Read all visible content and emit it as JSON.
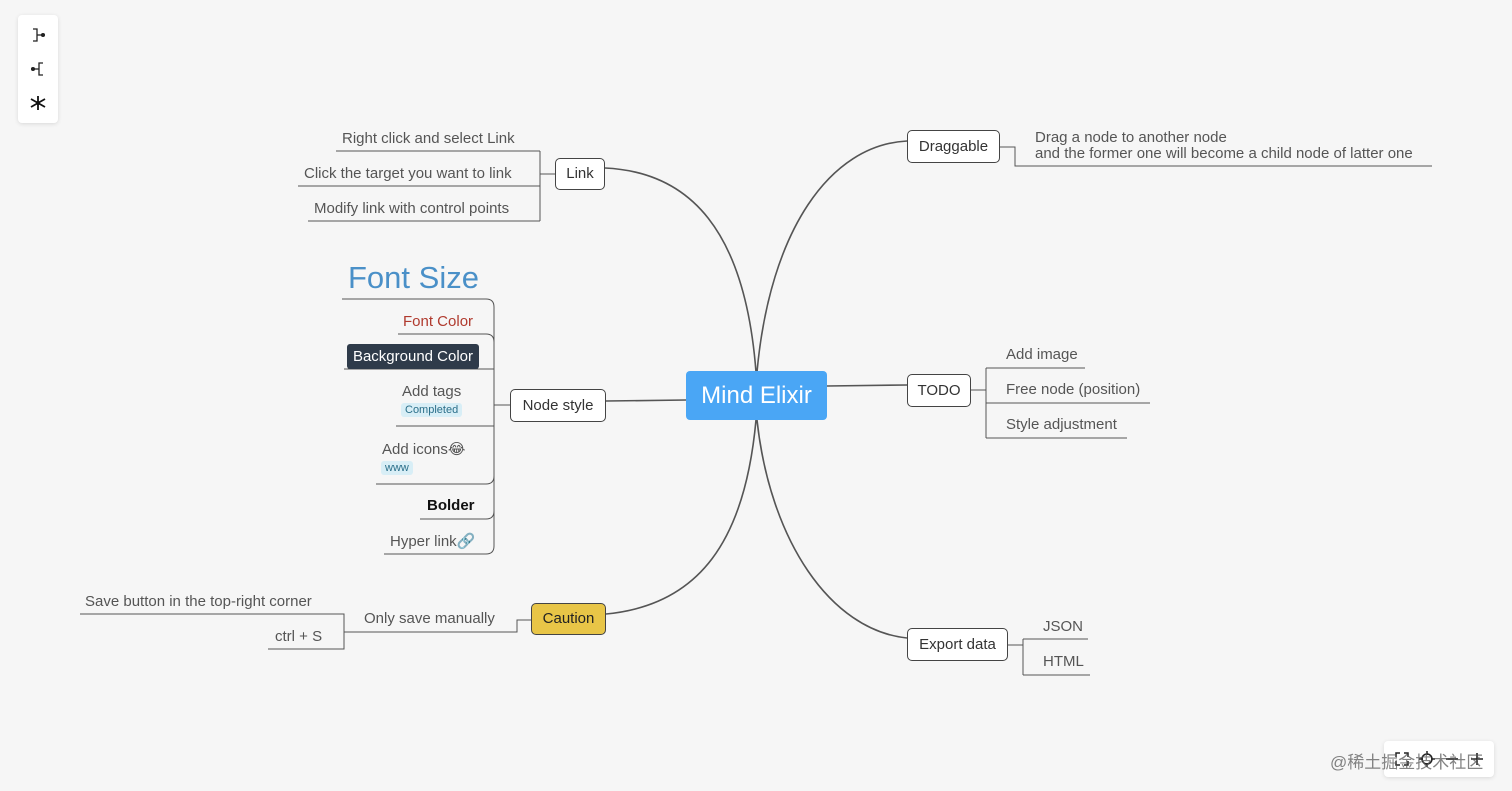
{
  "root": {
    "label": "Mind Elixir"
  },
  "toolbar": {
    "buttons": [
      {
        "name": "layout-right-icon"
      },
      {
        "name": "layout-left-icon"
      },
      {
        "name": "layout-side-icon"
      }
    ]
  },
  "branches": {
    "link": {
      "label": "Link",
      "children": [
        "Right click and select Link",
        "Click the target you want to link",
        "Modify link with control points"
      ]
    },
    "node_style": {
      "label": "Node style",
      "font_size": "Font Size",
      "font_color": "Font Color",
      "background_color": "Background Color",
      "add_tags": "Add tags",
      "tag_completed": "Completed",
      "add_icons": "Add icons😂",
      "tag_www": "www",
      "bolder": "Bolder",
      "hyper_link": "Hyper link🔗"
    },
    "caution": {
      "label": "Caution",
      "child": "Only save manually",
      "grandchildren": [
        "Save button in the top-right corner",
        "ctrl + S"
      ]
    },
    "draggable": {
      "label": "Draggable",
      "child_line1": "Drag a node to another node",
      "child_line2": "and the former one will become a child node of latter one"
    },
    "todo": {
      "label": "TODO",
      "children": [
        "Add image",
        "Free node (position)",
        "Style adjustment"
      ]
    },
    "export": {
      "label": "Export data",
      "children": [
        "JSON",
        "HTML"
      ]
    }
  },
  "colors": {
    "root_bg": "#4aa6f5",
    "font_size_text": "#4a90c8",
    "font_color_text": "#b03a2e",
    "background_color_bg": "#2f3b4a",
    "caution_bg": "#e8c547"
  },
  "watermark": "@稀土掘金技术社区",
  "bottombar": {
    "buttons": [
      {
        "name": "fullscreen-icon"
      },
      {
        "name": "center-icon"
      },
      {
        "name": "zoom-out-icon"
      },
      {
        "name": "zoom-in-icon"
      }
    ]
  }
}
